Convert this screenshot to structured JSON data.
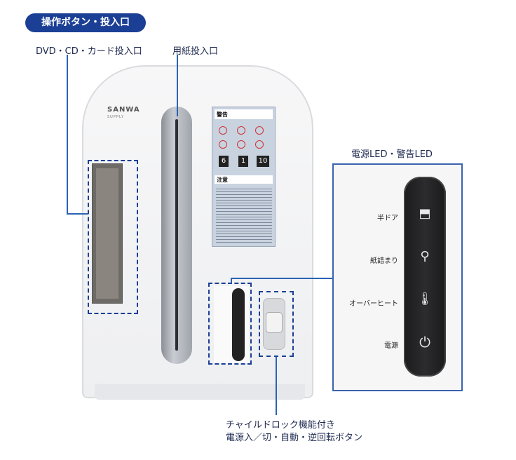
{
  "header": {
    "title": "操作ボタン・投入口"
  },
  "callouts": {
    "dvd_slot": "DVD・CD・カード投入口",
    "paper_slot": "用紙投入口",
    "led_section": "電源LED・警告LED",
    "child_lock_line1": "チャイルドロック機能付き",
    "child_lock_line2": "電源入／切・自動・逆回転ボタン"
  },
  "device": {
    "logo": "SANWA",
    "logo_sub": "SUPPLY",
    "warning_label": {
      "warning_title": "警告",
      "caution_title": "注意",
      "limits": [
        "6",
        "1",
        "10"
      ]
    }
  },
  "led_panel": {
    "items": [
      {
        "label": "半ドア",
        "icon": "half-door-icon",
        "glyph": "⬒"
      },
      {
        "label": "紙詰まり",
        "icon": "paper-jam-icon",
        "glyph": "⚲"
      },
      {
        "label": "オーバーヒート",
        "icon": "thermometer-icon",
        "glyph": "🌡"
      },
      {
        "label": "電源",
        "icon": "power-icon",
        "glyph": "⏻"
      }
    ]
  },
  "colors": {
    "accent": "#1b3f95",
    "line": "#2b63b3",
    "led_bar": "#1b1b1d"
  }
}
